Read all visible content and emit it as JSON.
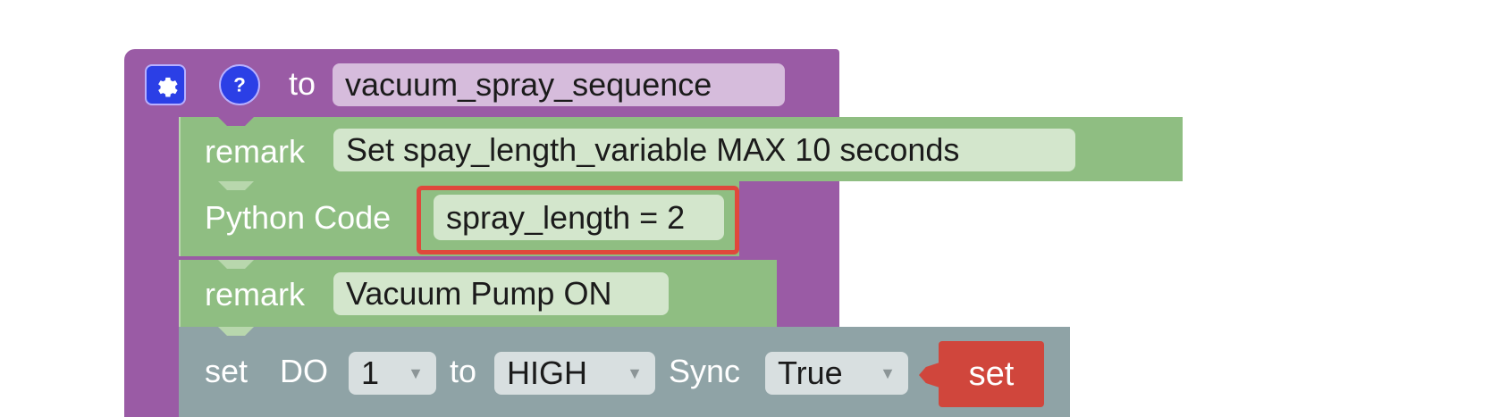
{
  "procedure": {
    "keyword": "to",
    "name": "vacuum_spray_sequence",
    "icons": [
      "gear-icon",
      "help-icon"
    ]
  },
  "blocks": [
    {
      "type": "remark",
      "label": "remark",
      "value": "Set spay_length_variable MAX 10 seconds"
    },
    {
      "type": "python",
      "label": "Python Code",
      "value": "spray_length = 2",
      "highlighted": true
    },
    {
      "type": "remark",
      "label": "remark",
      "value": "Vacuum Pump ON"
    },
    {
      "type": "set_do",
      "label_set": "set",
      "label_do": "DO",
      "do_value": "1",
      "label_to": "to",
      "level_value": "HIGH",
      "label_sync": "Sync",
      "sync_value": "True",
      "action_label": "set"
    }
  ],
  "colors": {
    "procedure": "#9a5ba5",
    "remark": "#8fbe82",
    "set_block": "#8fa3a6",
    "set_action": "#d0463c",
    "highlight": "#e0483b"
  }
}
